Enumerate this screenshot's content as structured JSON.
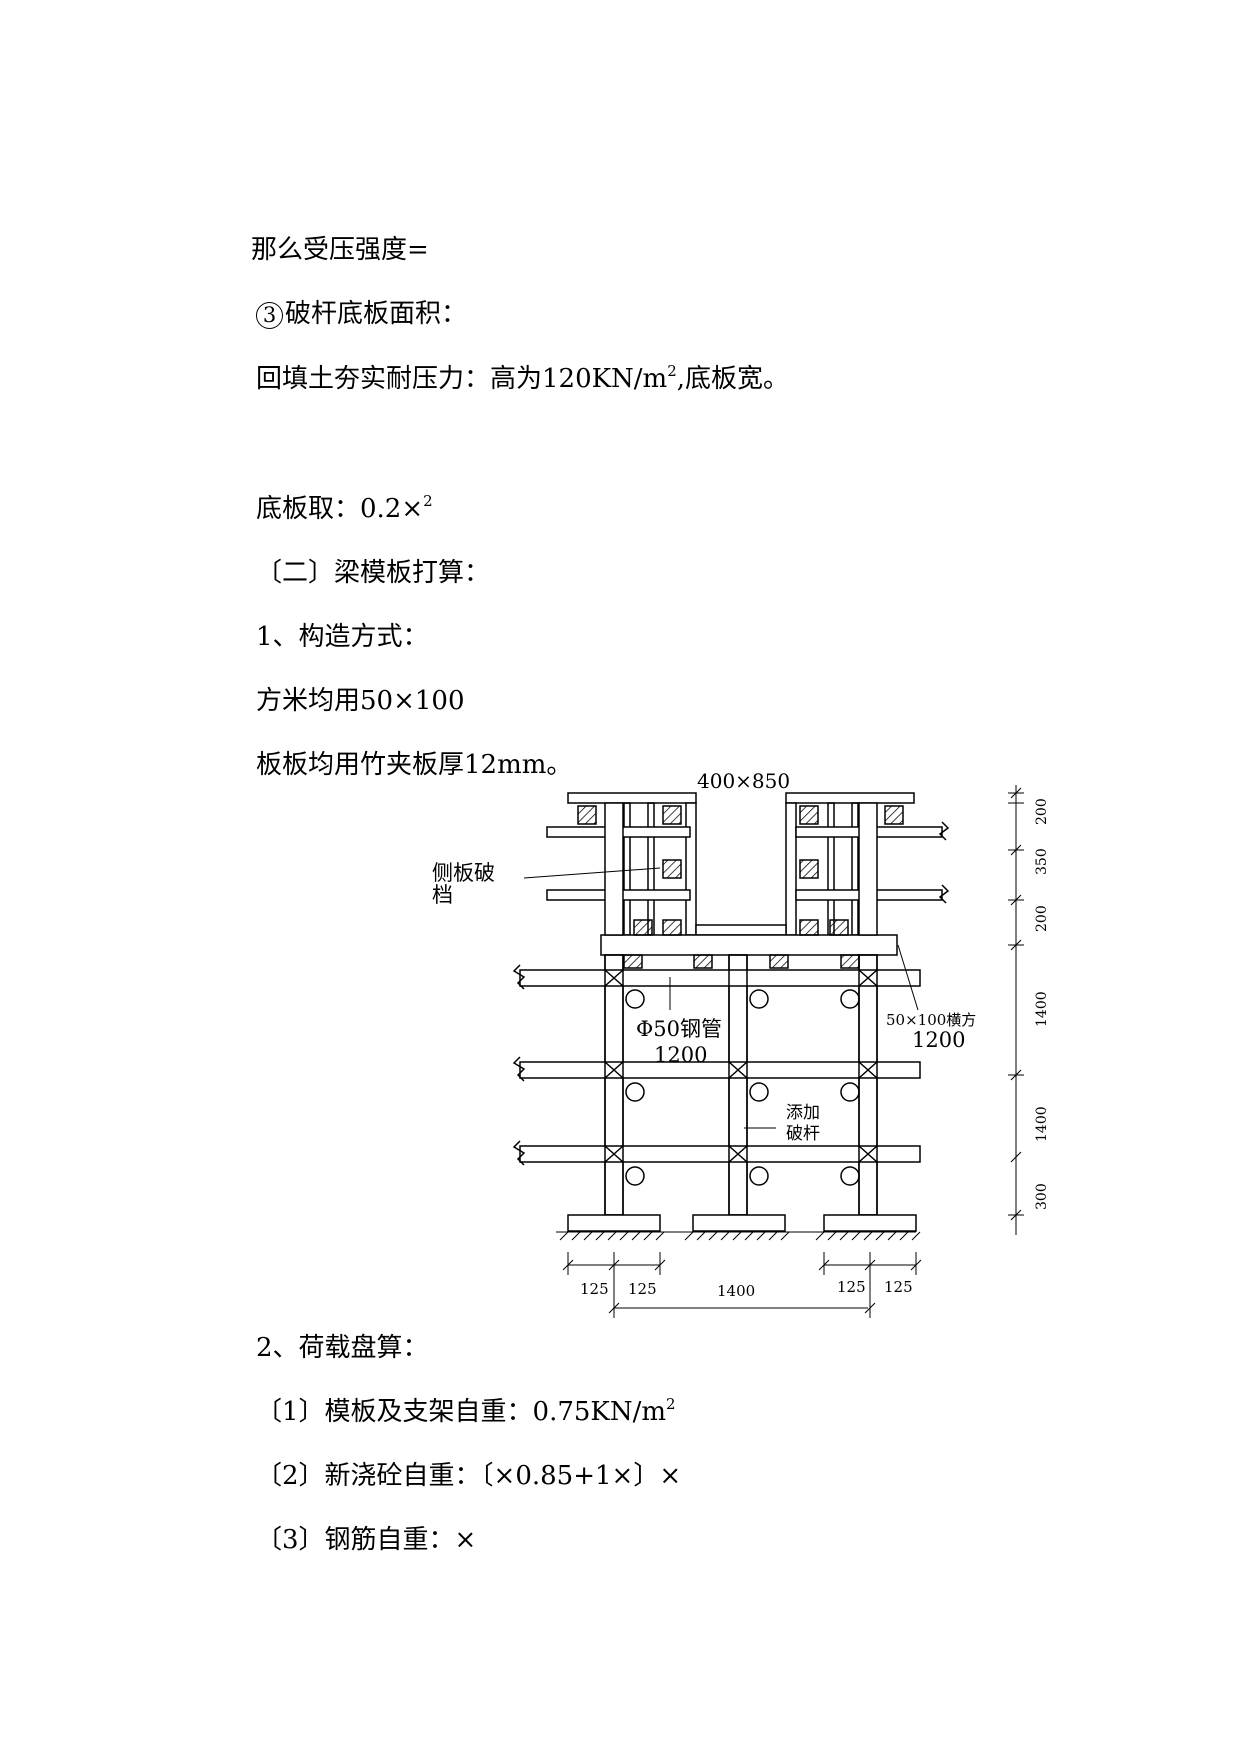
{
  "text": {
    "l1": "那么受压强度=",
    "l2_circ": "3",
    "l2": "破杆底板面积：",
    "l3_a": "回填土夯实耐压力：高为120KN/m",
    "l3_sup": "2",
    "l3_b": ",底板宽。",
    "l4_a": "底板取：0.2×",
    "l4_sup": "2",
    "l5": "〔二〕梁模板打算：",
    "l6": "1、构造方式：",
    "l7": "方米均用50×100",
    "l8": "板板均用竹夹板厚12mm。",
    "l9": "2、荷载盘算：",
    "l10_a": "〔1〕模板及支架自重：0.75KN/m",
    "l10_sup": "2",
    "l11": "〔2〕新浇砼自重：〔×0.85+1×〕×",
    "l12": "〔3〕钢筋自重：×"
  },
  "figure": {
    "beam_size": "400×850",
    "side_label_1": "侧板破",
    "side_label_2": "档",
    "pipe_label": "Φ50钢管",
    "pipe_spacing": "1200",
    "timber_label": "50×100横方",
    "timber_spacing": "1200",
    "added_label_1": "添加",
    "added_label_2": "破杆",
    "vertical_dims": [
      "200",
      "350",
      "200",
      "1400",
      "1400",
      "300"
    ],
    "bottom_dims": [
      "125",
      "125",
      "1400",
      "125",
      "125"
    ]
  }
}
